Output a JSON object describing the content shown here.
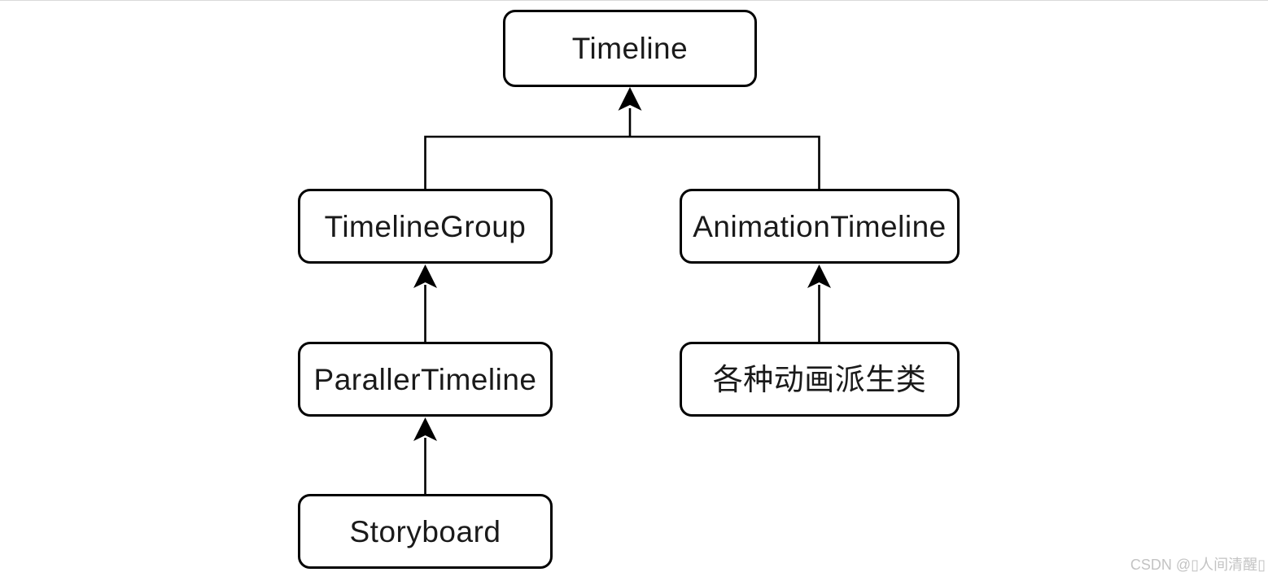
{
  "nodes": {
    "timeline": {
      "label": "Timeline"
    },
    "timeline_group": {
      "label": "TimelineGroup"
    },
    "animation_timeline": {
      "label": "AnimationTimeline"
    },
    "paraller_timeline": {
      "label": "ParallerTimeline"
    },
    "storyboard": {
      "label": "Storyboard"
    },
    "animation_derived_classes": {
      "label": "各种动画派生类"
    }
  },
  "edges": [
    {
      "from": "timeline_group",
      "to": "timeline",
      "type": "inheritance-arrow"
    },
    {
      "from": "animation_timeline",
      "to": "timeline",
      "type": "inheritance-arrow"
    },
    {
      "from": "paraller_timeline",
      "to": "timeline_group",
      "type": "inheritance-arrow"
    },
    {
      "from": "storyboard",
      "to": "paraller_timeline",
      "type": "inheritance-arrow"
    },
    {
      "from": "animation_derived_classes",
      "to": "animation_timeline",
      "type": "inheritance-arrow"
    }
  ],
  "watermark": {
    "text": "CSDN @▯人间清醒▯"
  },
  "colors": {
    "line": "#000000",
    "node_border": "#000000",
    "node_fill": "#ffffff",
    "text": "#1a1a1a",
    "background": "#ffffff",
    "watermark": "#c3c3c3"
  }
}
